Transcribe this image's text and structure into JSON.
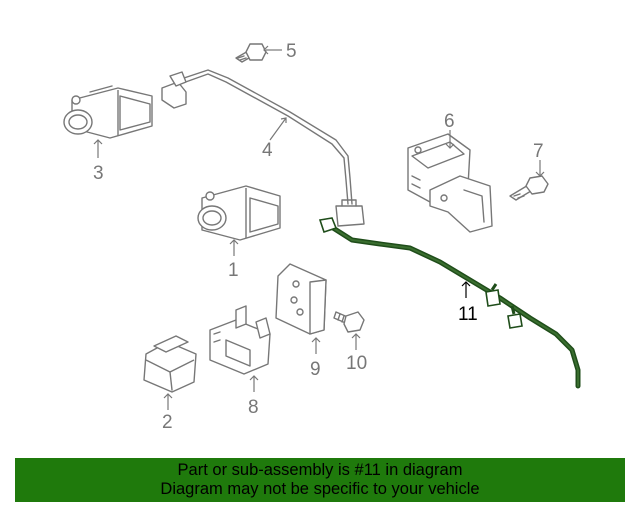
{
  "callouts": {
    "c1": "1",
    "c2": "2",
    "c3": "3",
    "c4": "4",
    "c5": "5",
    "c6": "6",
    "c7": "7",
    "c8": "8",
    "c9": "9",
    "c10": "10",
    "c11": "11"
  },
  "banner": {
    "line1": "Part or sub-assembly is #11 in diagram",
    "line2": "Diagram may not be specific to your vehicle"
  },
  "colors": {
    "highlight_part": "#1f4d1a",
    "banner_bg": "#1f7a0c",
    "line_art": "#777777"
  }
}
